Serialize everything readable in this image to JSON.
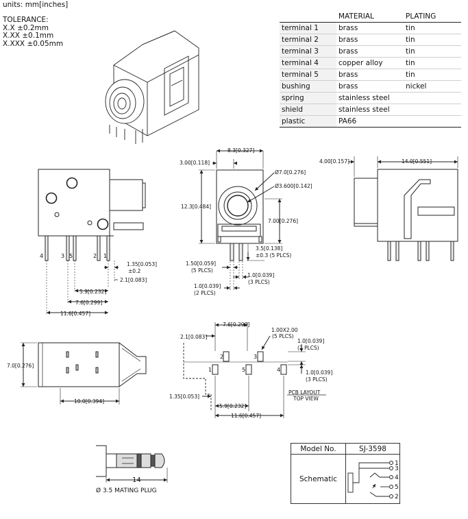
{
  "units": "units: mm[inches]",
  "tolerance": {
    "title": "TOLERANCE:",
    "lines": [
      "X.X ±0.2mm",
      "X.XX ±0.1mm",
      "X.XXX ±0.05mm"
    ]
  },
  "materials": {
    "headers": [
      "",
      "MATERIAL",
      "PLATING"
    ],
    "rows": [
      [
        "terminal 1",
        "brass",
        "tin"
      ],
      [
        "terminal 2",
        "brass",
        "tin"
      ],
      [
        "terminal 3",
        "brass",
        "tin"
      ],
      [
        "terminal 4",
        "copper alloy",
        "tin"
      ],
      [
        "terminal 5",
        "brass",
        "tin"
      ],
      [
        "bushing",
        "brass",
        "nickel"
      ],
      [
        "spring",
        "stainless steel",
        ""
      ],
      [
        "shield",
        "stainless steel",
        ""
      ],
      [
        "plastic",
        "PA66",
        ""
      ]
    ]
  },
  "side_view": {
    "pins": [
      "4",
      "3",
      "5",
      "2",
      "1"
    ],
    "dims": {
      "d135": "1.35[0.053]",
      "d135_tol": "±0.2",
      "d21": "2.1[0.083]",
      "d59": "5.9[0.232]",
      "d76": "7.6[0.299]",
      "d116": "11.6[0.457]"
    }
  },
  "front_view": {
    "dims": {
      "w83": "8.3[0.327]",
      "d300": "3.00[0.118]",
      "d70": "Ø7.0[0.276]",
      "d36": "Ø3.600[0.142]",
      "h123": "12.3[0.484]",
      "d700": "7.00[0.276]",
      "d35": "3.5[0.138]",
      "d35b": "±0.3 (5 PLCS)",
      "d150": "1.50[0.059]",
      "d150b": "(5 PLCS)",
      "d10a": "1.0[0.039]",
      "d10ab": "(3 PLCS)",
      "d10b": "1.0[0.039]",
      "d10bb": "(2 PLCS)"
    }
  },
  "right_view": {
    "dims": {
      "d400": "4.00[0.157]",
      "d140": "14.0[0.551]"
    }
  },
  "bottom_view": {
    "dims": {
      "d70": "7.0[0.276]",
      "d100": "10.0[0.394]"
    }
  },
  "pcb_layout": {
    "title": "PCB LAYOUT",
    "subtitle": "TOP VIEW",
    "pads": [
      "2",
      "3",
      "1",
      "5",
      "4"
    ],
    "dims": {
      "d76": "7.6[0.299]",
      "d100x200": "1.00X2.00",
      "d100x200b": "(5 PLCS)",
      "d21": "2.1[0.083]",
      "d10a": "1.0[0.039]",
      "d10ab": "(2 PLCS)",
      "d10b": "1.0[0.039]",
      "d10bb": "(3 PLCS)",
      "d135": "1.35[0.053]",
      "d59": "5.9[0.232]",
      "d116": "11.6[0.457]"
    }
  },
  "plug": {
    "length": "14",
    "caption": "Ø 3.5 MATING PLUG"
  },
  "model": {
    "label": "Model No.",
    "value": "SJ-3598",
    "schematic_label": "Schematic",
    "schematic_pins": [
      "1",
      "3",
      "4",
      "5",
      "2"
    ]
  }
}
